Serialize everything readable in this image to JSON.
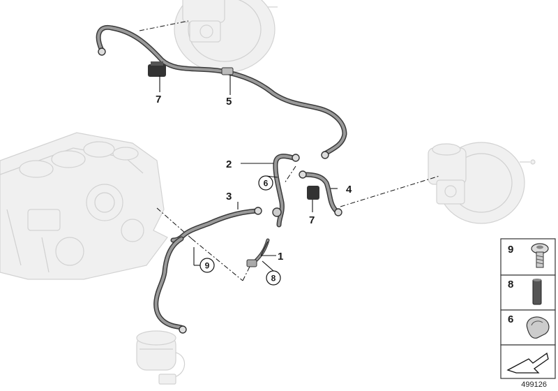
{
  "callouts": {
    "c1": "1",
    "c2": "2",
    "c3": "3",
    "c4": "4",
    "c5": "5",
    "c6": "6",
    "c7a": "7",
    "c7b": "7",
    "c8": "8",
    "c9": "9"
  },
  "legend": {
    "item9": "9",
    "item8": "8",
    "item6": "6"
  },
  "doc_number": "499126"
}
